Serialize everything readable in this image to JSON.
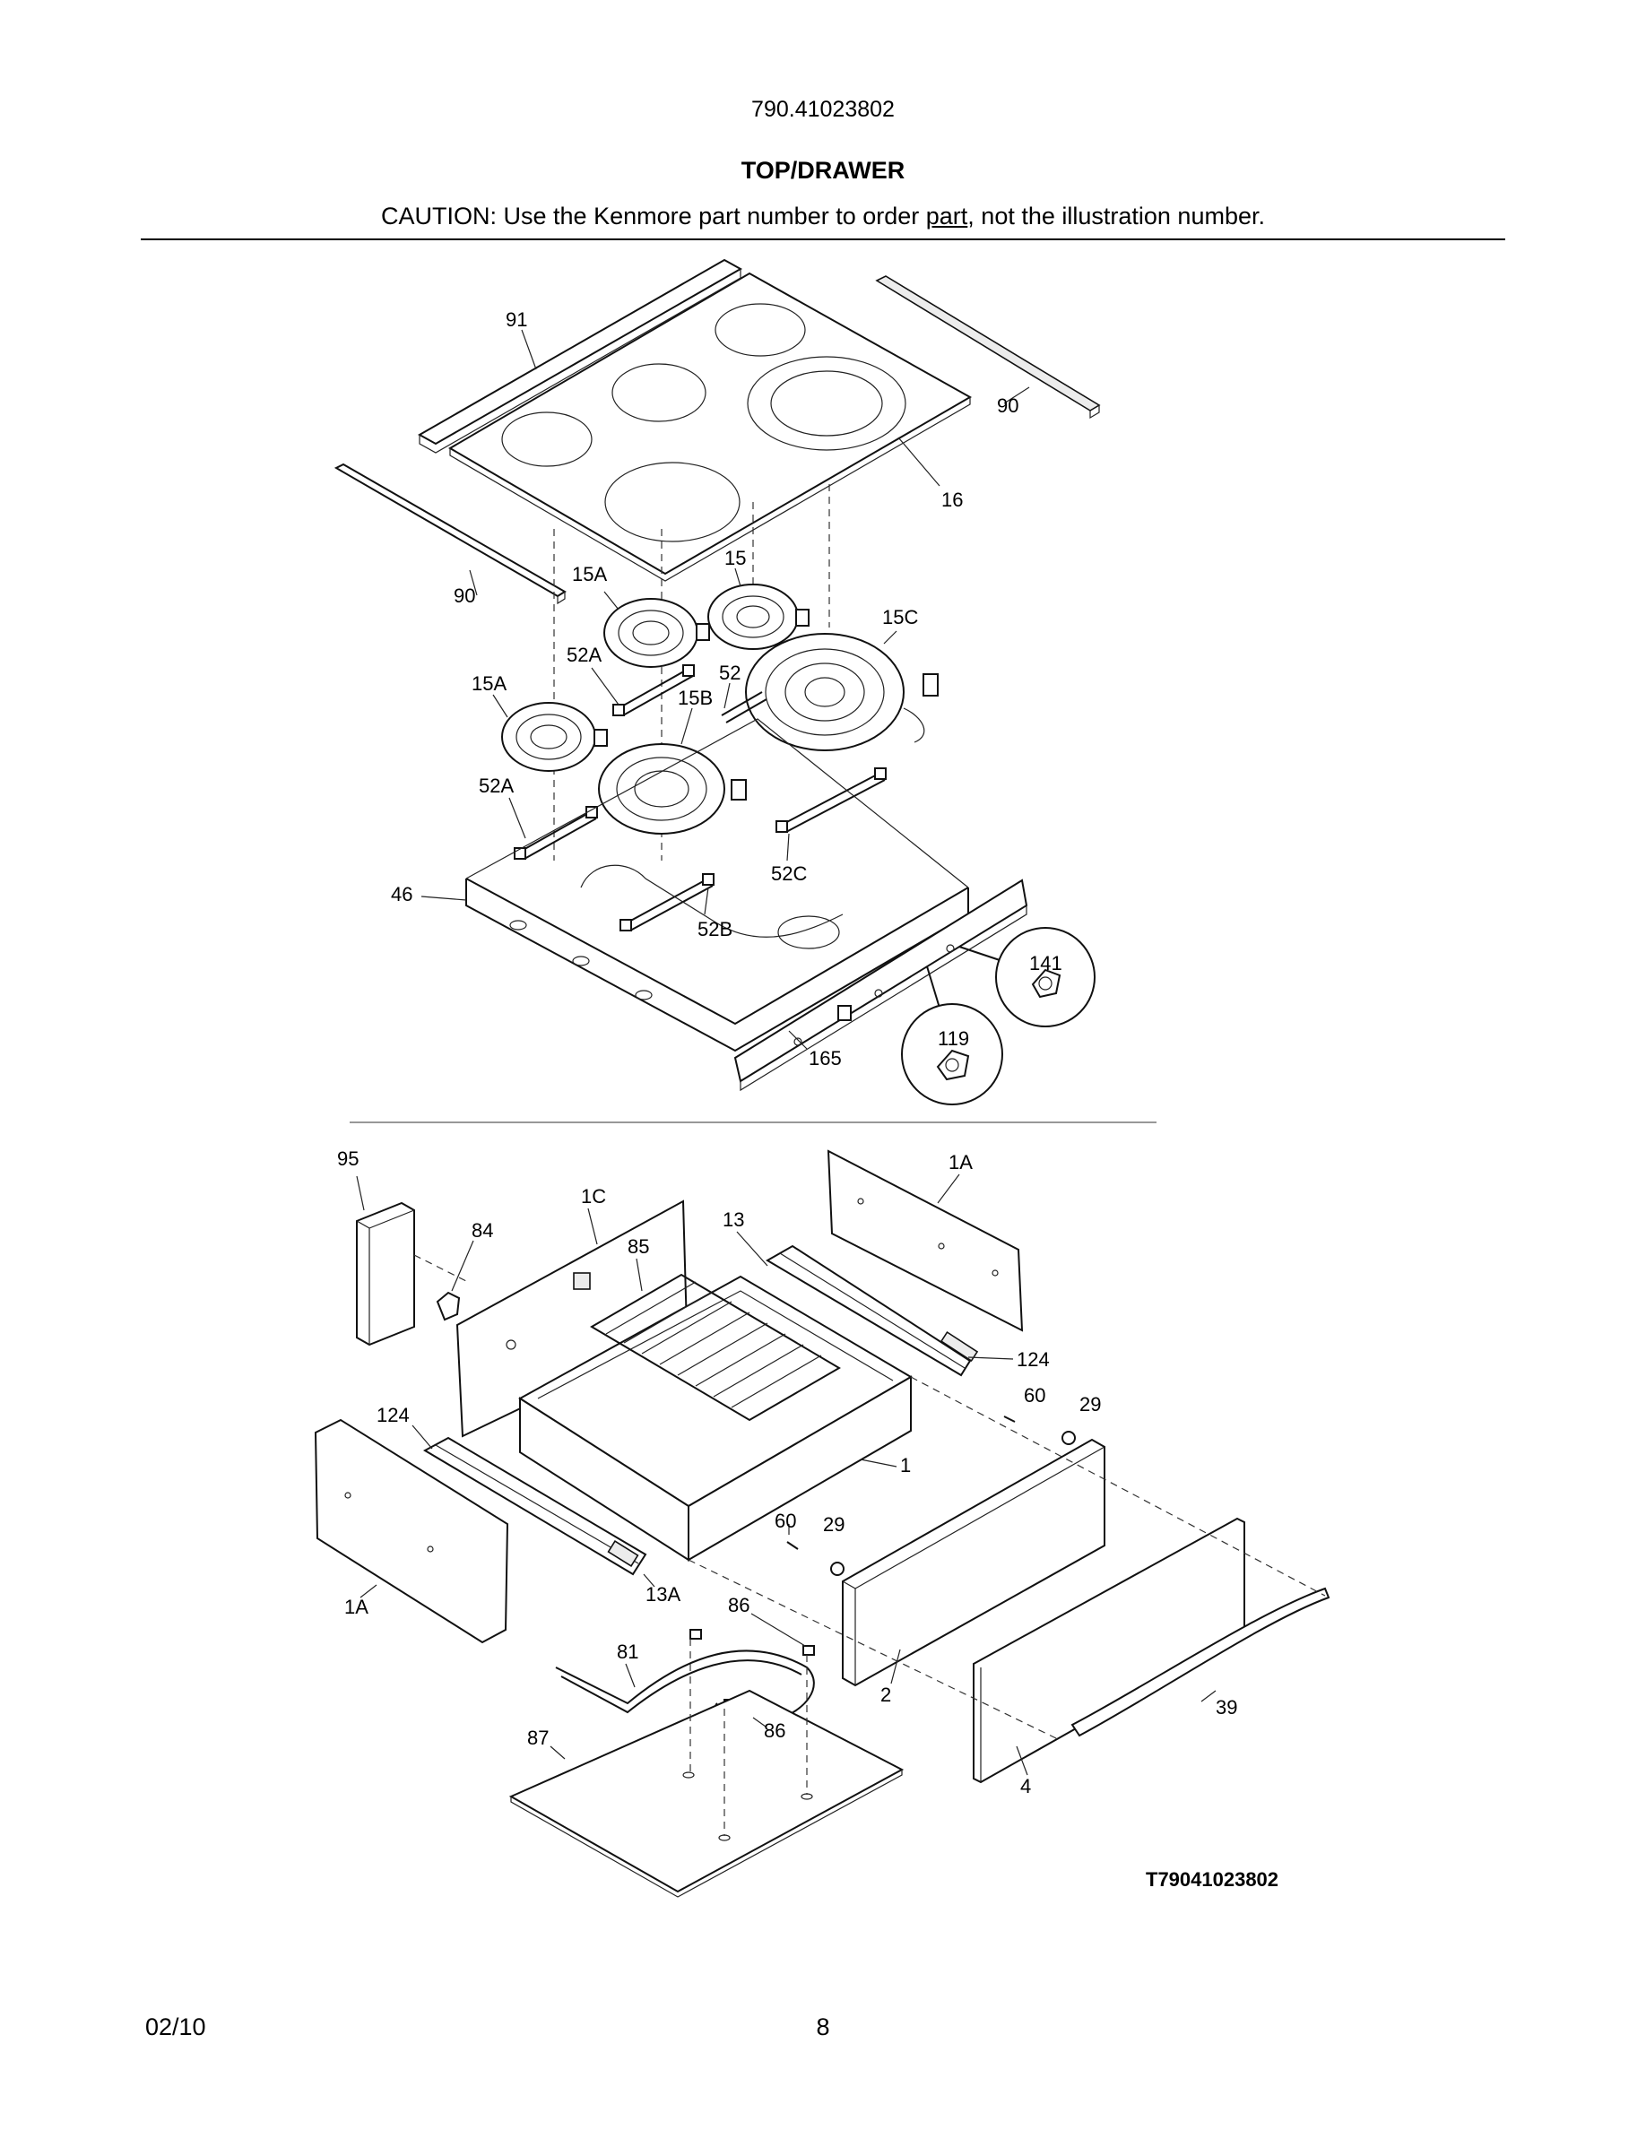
{
  "header": {
    "model_number": "790.41023802",
    "title": "TOP/DRAWER",
    "caution_prefix": "CAUTION: Use the Kenmore part number to order ",
    "caution_underlined": "part",
    "caution_suffix": ", not the illustration number."
  },
  "diagram": {
    "top_section": {
      "labels": [
        "91",
        "90",
        "16",
        "90",
        "15A",
        "15",
        "15C",
        "52A",
        "52",
        "15A",
        "15B",
        "52A",
        "46",
        "52C",
        "52B",
        "141",
        "119",
        "165"
      ]
    },
    "drawer_section": {
      "labels": [
        "95",
        "1A",
        "1C",
        "84",
        "13",
        "85",
        "124",
        "60",
        "29",
        "124",
        "1",
        "60",
        "29",
        "1A",
        "13A",
        "86",
        "81",
        "2",
        "39",
        "86",
        "87",
        "4"
      ]
    },
    "drawing_code": "T79041023802"
  },
  "footer": {
    "date": "02/10",
    "page_number": "8"
  }
}
